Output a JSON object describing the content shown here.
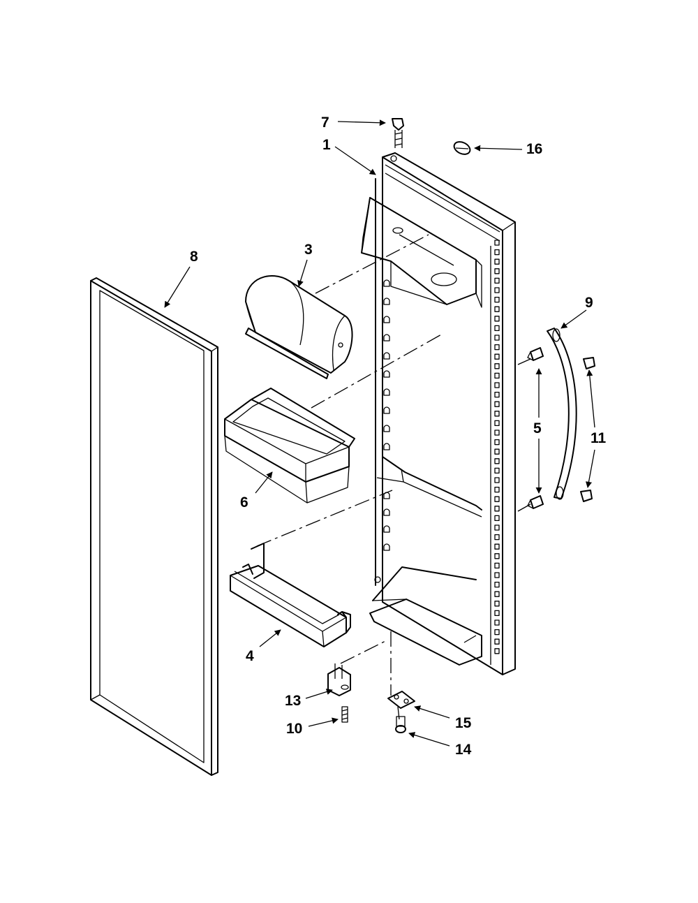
{
  "callouts": [
    {
      "id": "1",
      "text": "1"
    },
    {
      "id": "3",
      "text": "3"
    },
    {
      "id": "4",
      "text": "4"
    },
    {
      "id": "5",
      "text": "5"
    },
    {
      "id": "6",
      "text": "6"
    },
    {
      "id": "7",
      "text": "7"
    },
    {
      "id": "8",
      "text": "8"
    },
    {
      "id": "9",
      "text": "9"
    },
    {
      "id": "10",
      "text": "10"
    },
    {
      "id": "11",
      "text": "11"
    },
    {
      "id": "13",
      "text": "13"
    },
    {
      "id": "14",
      "text": "14"
    },
    {
      "id": "15",
      "text": "15"
    },
    {
      "id": "16",
      "text": "16"
    }
  ]
}
